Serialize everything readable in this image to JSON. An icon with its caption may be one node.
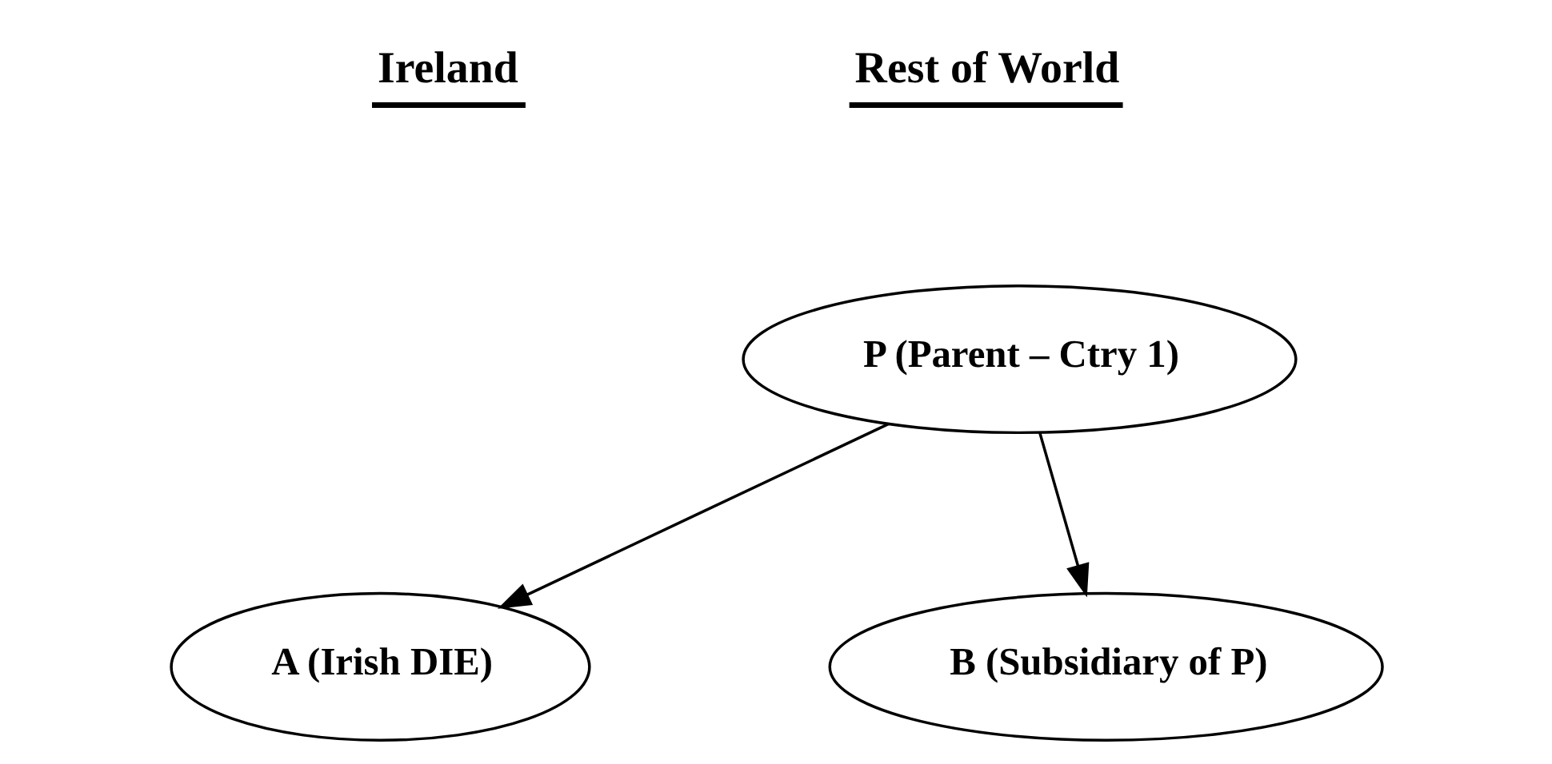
{
  "diagram": {
    "nodes": [
      {
        "text": [
          "A (Irish DIE)"
        ]
      },
      {
        "text": [
          "P (Parent – Ctry 1)"
        ]
      },
      {
        "text": [
          "B (Subsidiary of P)"
        ]
      }
    ],
    "edges": [
      {
        "from": 1,
        "to": 0,
        "arrow": "to"
      },
      {
        "from": 1,
        "to": 2,
        "arrow": "to"
      }
    ],
    "labels": [
      "Ireland",
      "Rest of World"
    ]
  }
}
